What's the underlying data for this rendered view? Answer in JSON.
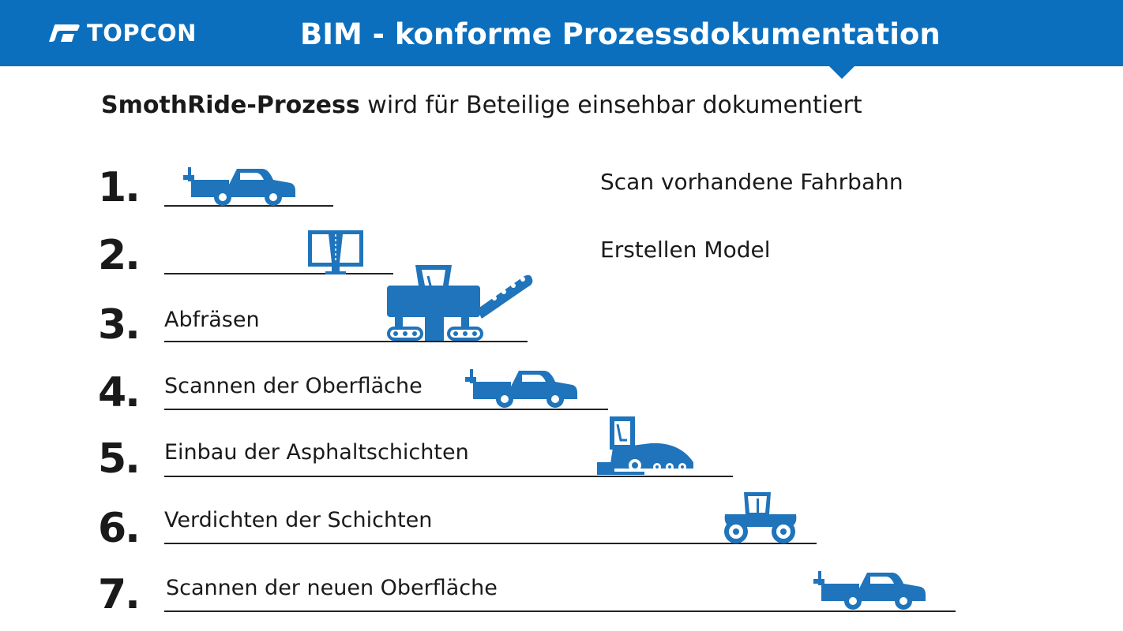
{
  "header": {
    "logo_text": "TOPCON",
    "title": "BIM - konforme Prozessdokumentation",
    "background_color": "#0b6fbe"
  },
  "subtitle": {
    "bold": "SmothRide-Prozess",
    "rest": " wird für Beteilige einsehbar dokumentiert"
  },
  "steps": [
    {
      "number": "1.",
      "label": "",
      "side_label": "Scan vorhandene Fahrbahn",
      "icon": "scan-truck-icon"
    },
    {
      "number": "2.",
      "label": "",
      "side_label": "Erstellen Model",
      "icon": "monitor-icon"
    },
    {
      "number": "3.",
      "label": "Abfräsen",
      "side_label": "",
      "icon": "milling-machine-icon"
    },
    {
      "number": "4.",
      "label": "Scannen der Oberfläche",
      "side_label": "",
      "icon": "scan-truck-icon"
    },
    {
      "number": "5.",
      "label": "Einbau der Asphaltschichten",
      "side_label": "",
      "icon": "paver-icon"
    },
    {
      "number": "6.",
      "label": "Verdichten der Schichten",
      "side_label": "",
      "icon": "roller-icon"
    },
    {
      "number": "7.",
      "label": "Scannen der neuen Oberfläche",
      "side_label": "",
      "icon": "scan-truck-icon"
    }
  ],
  "icon_color": "#1f74bb"
}
